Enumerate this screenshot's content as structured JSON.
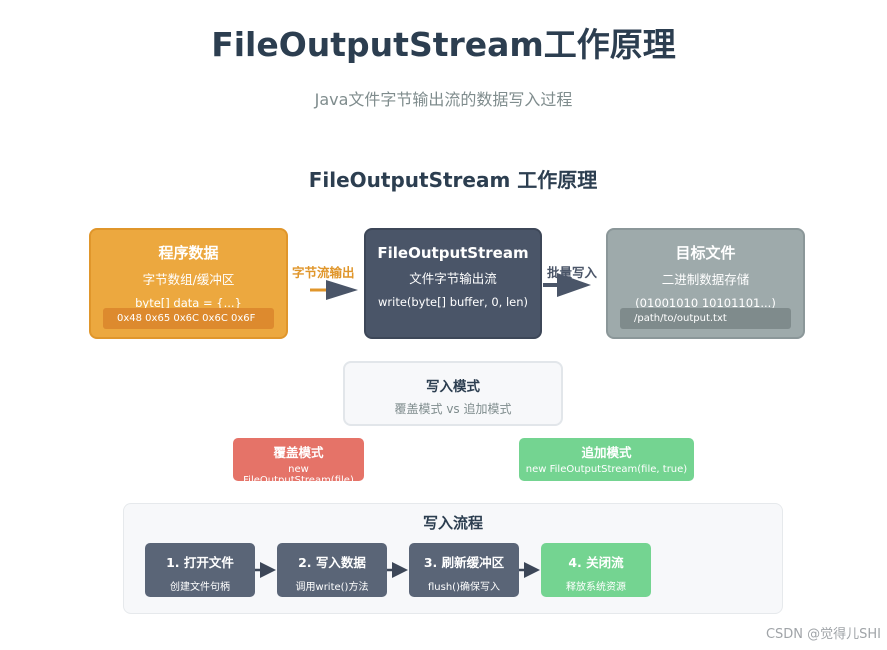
{
  "title": "FileOutputStream工作原理",
  "subtitle": "Java文件字节输出流的数据写入过程",
  "section_title": "FileOutputStream 工作原理",
  "program": {
    "title": "程序数据",
    "subtitle": "字节数组/缓冲区",
    "code": "byte[] data = {...}",
    "bytes": "0x48 0x65 0x6C 0x6C 0x6F"
  },
  "stream": {
    "title": "FileOutputStream",
    "subtitle": "文件字节输出流",
    "code": "write(byte[] buffer, 0, len)"
  },
  "target": {
    "title": "目标文件",
    "subtitle": "二进制数据存储",
    "code": "(01001010 10101101...)",
    "path": "/path/to/output.txt"
  },
  "arrows": {
    "left_label": "字节流输出",
    "right_label": "批量写入"
  },
  "write_mode": {
    "title": "写入模式",
    "subtitle": "覆盖模式 vs 追加模式",
    "overwrite": {
      "title": "覆盖模式",
      "code": "new FileOutputStream(file)"
    },
    "append": {
      "title": "追加模式",
      "code": "new FileOutputStream(file, true)"
    }
  },
  "flow": {
    "title": "写入流程",
    "steps": [
      {
        "title": "1. 打开文件",
        "desc": "创建文件句柄"
      },
      {
        "title": "2. 写入数据",
        "desc": "调用write()方法"
      },
      {
        "title": "3. 刷新缓冲区",
        "desc": "flush()确保写入"
      },
      {
        "title": "4. 关闭流",
        "desc": "释放系统资源"
      }
    ]
  },
  "watermark": "CSDN @觉得儿SHI",
  "colors": {
    "orange": "#eca83f",
    "dark": "#4a5568",
    "gray": "#9eaaab",
    "red": "#e57368",
    "green": "#74d491"
  }
}
